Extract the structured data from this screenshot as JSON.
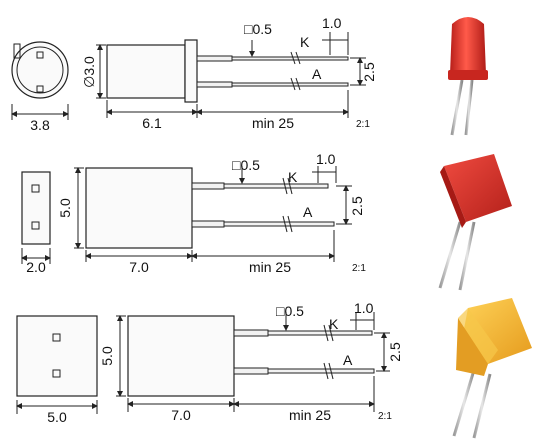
{
  "rows": [
    {
      "id": "round",
      "end_width": "3.8",
      "diameter": "∅3.0",
      "body_length": "6.1",
      "lead_length": "min 25",
      "pin_size": "□0.5",
      "cathode": "K",
      "anode": "A",
      "pitch": "2.5",
      "lead_offset": "1.0",
      "scale": "2:1",
      "photo_color": "#e5372f"
    },
    {
      "id": "rect",
      "end_width": "2.0",
      "height": "5.0",
      "body_length": "7.0",
      "lead_length": "min 25",
      "pin_size": "□0.5",
      "cathode": "K",
      "anode": "A",
      "pitch": "2.5",
      "lead_offset": "1.0",
      "scale": "2:1",
      "photo_color": "#e3302a"
    },
    {
      "id": "square",
      "end_width": "5.0",
      "height": "5.0",
      "body_length": "7.0",
      "lead_length": "min 25",
      "pin_size": "□0.5",
      "cathode": "K",
      "anode": "A",
      "pitch": "2.5",
      "lead_offset": "1.0",
      "scale": "2:1",
      "photo_color": "#f4b531"
    }
  ]
}
